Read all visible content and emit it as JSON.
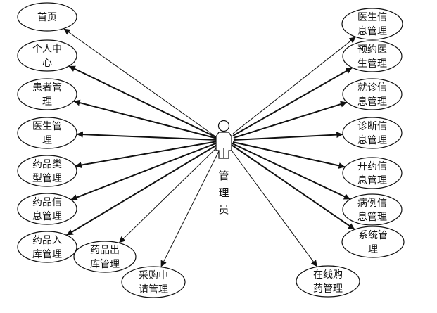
{
  "actor": {
    "label": [
      "管",
      "理",
      "员"
    ]
  },
  "left_nodes": [
    {
      "id": "home",
      "lines": [
        "首页"
      ]
    },
    {
      "id": "personal",
      "lines": [
        "个人中",
        "心"
      ]
    },
    {
      "id": "patient",
      "lines": [
        "患者管",
        "理"
      ]
    },
    {
      "id": "doctor",
      "lines": [
        "医生管",
        "理"
      ]
    },
    {
      "id": "drugtype",
      "lines": [
        "药品类",
        "型管理"
      ]
    },
    {
      "id": "druginfo",
      "lines": [
        "药品信",
        "息管理"
      ]
    },
    {
      "id": "drugin",
      "lines": [
        "药品入",
        "库管理"
      ]
    }
  ],
  "bottom_nodes": [
    {
      "id": "drugout",
      "lines": [
        "药品出",
        "库管理"
      ]
    },
    {
      "id": "purchase",
      "lines": [
        "采购申",
        "请管理"
      ]
    },
    {
      "id": "online",
      "lines": [
        "在线购",
        "药管理"
      ]
    }
  ],
  "right_nodes": [
    {
      "id": "docinfo",
      "lines": [
        "医生信",
        "息管理"
      ]
    },
    {
      "id": "appoint",
      "lines": [
        "预约医",
        "生管理"
      ]
    },
    {
      "id": "visit",
      "lines": [
        "就诊信",
        "息管理"
      ]
    },
    {
      "id": "diagnose",
      "lines": [
        "诊断信",
        "息管理"
      ]
    },
    {
      "id": "prescribe",
      "lines": [
        "开药信",
        "息管理"
      ]
    },
    {
      "id": "case",
      "lines": [
        "病例信",
        "息管理"
      ]
    },
    {
      "id": "system",
      "lines": [
        "系统管",
        "理"
      ]
    }
  ],
  "colors": {
    "stroke": "#111111",
    "fill": "#ffffff"
  }
}
